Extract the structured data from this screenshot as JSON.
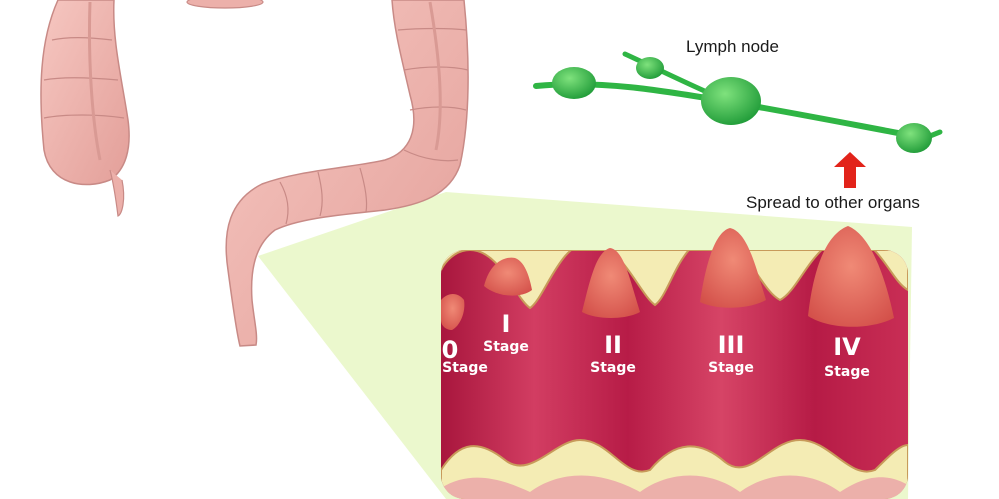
{
  "labels": {
    "lymph_node": "Lymph node",
    "spread": "Spread to other organs"
  },
  "stages": [
    {
      "numeral": "0",
      "word": "Stage"
    },
    {
      "numeral": "I",
      "word": "Stage"
    },
    {
      "numeral": "II",
      "word": "Stage"
    },
    {
      "numeral": "III",
      "word": "Stage"
    },
    {
      "numeral": "IV",
      "word": "Stage"
    }
  ],
  "colors": {
    "colon": "#ecb0aa",
    "colon_dark": "#c88a86",
    "wall_fill": "#b71c47",
    "wall_mucosa": "#f4ecb4",
    "tumor": "#e36a5c",
    "lymph": "#2fb544",
    "arrow": "#e2231a",
    "zoom_cone": "#e9f7c8"
  }
}
